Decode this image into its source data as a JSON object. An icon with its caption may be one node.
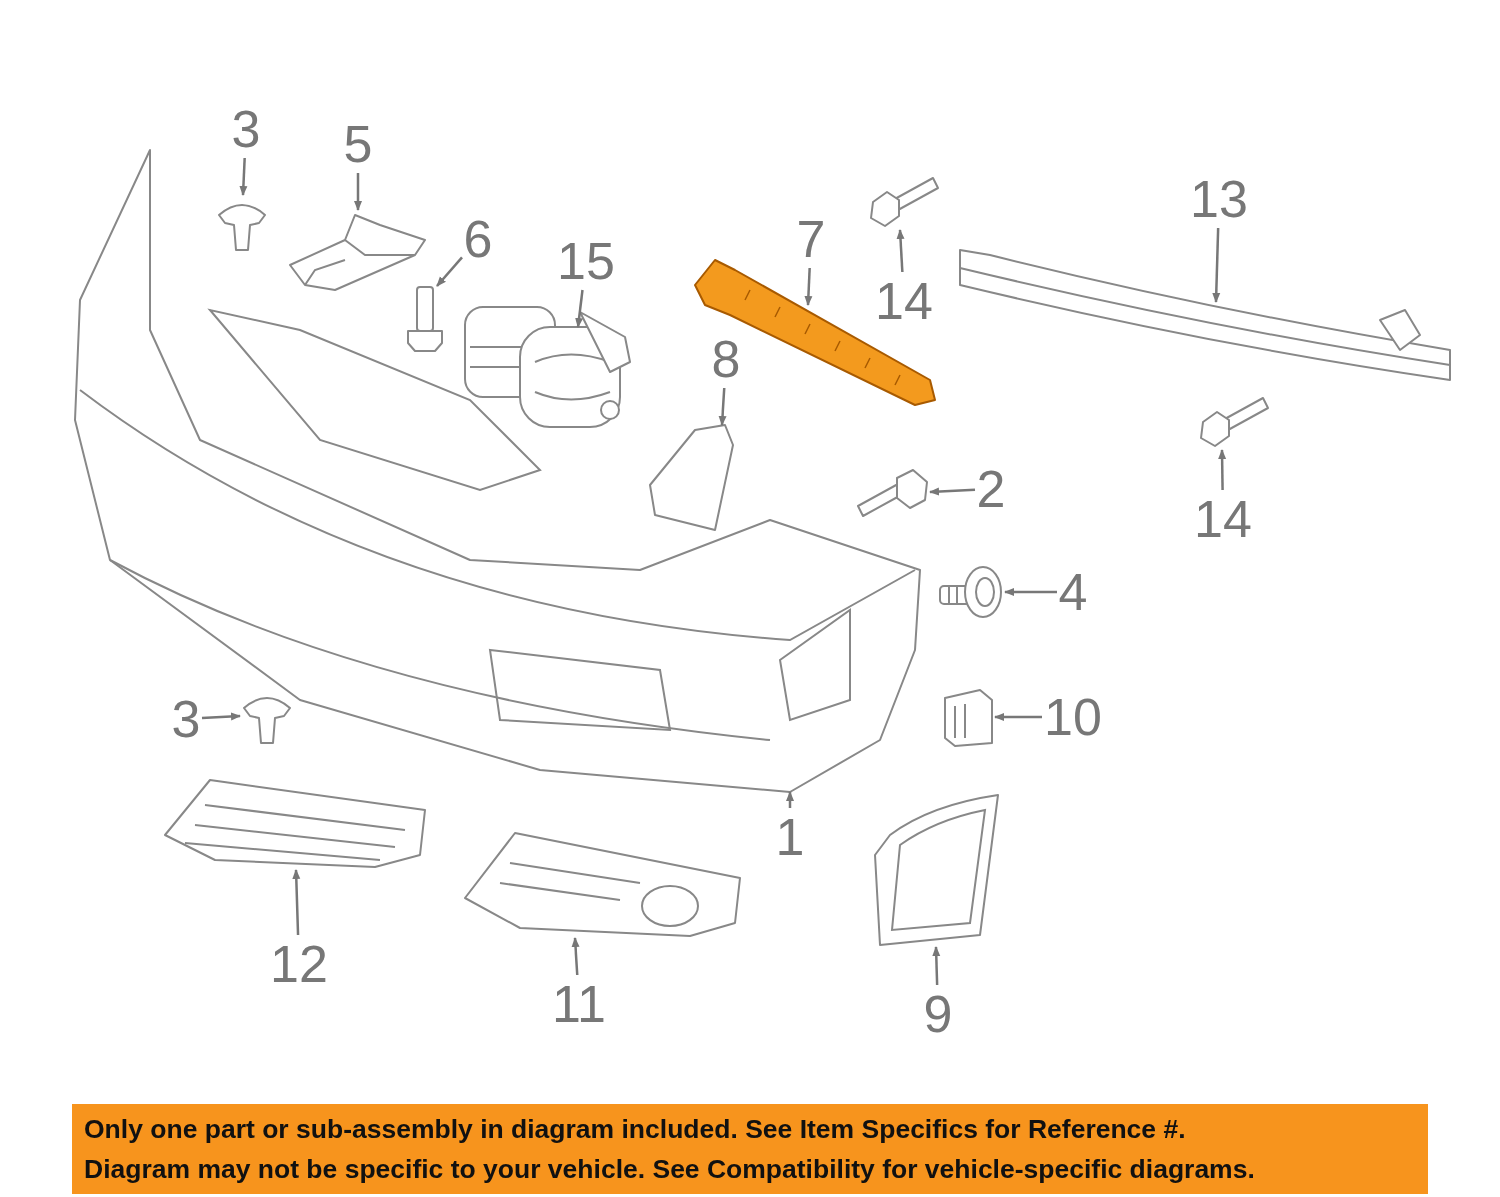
{
  "diagram": {
    "nodes": [
      {
        "text": [
          "3"
        ]
      },
      {
        "text": [],
        "shape": "picture"
      },
      {
        "text": [
          "5"
        ]
      },
      {
        "text": [],
        "shape": "picture"
      },
      {
        "text": [
          "13"
        ]
      },
      {
        "text": [],
        "shape": "picture"
      },
      {
        "text": [
          "6"
        ]
      },
      {
        "text": [],
        "shape": "picture"
      },
      {
        "text": [
          "7"
        ]
      },
      {
        "text": [],
        "shape": "picture"
      },
      {
        "text": [
          "15"
        ]
      },
      {
        "text": [],
        "shape": "picture"
      },
      {
        "text": [
          "14"
        ]
      },
      {
        "text": [],
        "shape": "picture"
      },
      {
        "text": [
          "8"
        ]
      },
      {
        "text": [],
        "shape": "picture"
      },
      {
        "text": [
          "2"
        ]
      },
      {
        "text": [],
        "shape": "picture"
      },
      {
        "text": [
          "14"
        ]
      },
      {
        "text": [],
        "shape": "picture"
      },
      {
        "text": [
          "4"
        ]
      },
      {
        "text": [],
        "shape": "picture"
      },
      {
        "text": [
          "3"
        ]
      },
      {
        "text": [],
        "shape": "picture"
      },
      {
        "text": [
          "10"
        ]
      },
      {
        "text": [],
        "shape": "picture"
      },
      {
        "text": [
          "1"
        ]
      },
      {
        "text": [],
        "shape": "picture"
      },
      {
        "text": [
          "12"
        ]
      },
      {
        "text": [],
        "shape": "picture"
      },
      {
        "text": [
          "11"
        ]
      },
      {
        "text": [],
        "shape": "picture"
      },
      {
        "text": [
          "9"
        ]
      },
      {
        "text": [],
        "shape": "picture"
      }
    ],
    "edges": [
      {
        "from": 0,
        "to": 1,
        "arrow": "to"
      },
      {
        "from": 2,
        "to": 3,
        "arrow": "to"
      },
      {
        "from": 4,
        "to": 5,
        "arrow": "to"
      },
      {
        "from": 6,
        "to": 7,
        "arrow": "to"
      },
      {
        "from": 8,
        "to": 9,
        "arrow": "to"
      },
      {
        "from": 10,
        "to": 11,
        "arrow": "to"
      },
      {
        "from": 12,
        "to": 13,
        "arrow": "to"
      },
      {
        "from": 14,
        "to": 15,
        "arrow": "to"
      },
      {
        "from": 16,
        "to": 17,
        "arrow": "to"
      },
      {
        "from": 18,
        "to": 19,
        "arrow": "to"
      },
      {
        "from": 20,
        "to": 21,
        "arrow": "to"
      },
      {
        "from": 22,
        "to": 23,
        "arrow": "to"
      },
      {
        "from": 24,
        "to": 25,
        "arrow": "to"
      },
      {
        "from": 26,
        "to": 27,
        "arrow": "to"
      },
      {
        "from": 28,
        "to": 29,
        "arrow": "to"
      },
      {
        "from": 30,
        "to": 31,
        "arrow": "to"
      },
      {
        "from": 32,
        "to": 33,
        "arrow": "to"
      }
    ],
    "labels": [
      "Only one part or sub-assembly in diagram included. See Item Specifics for Reference #.",
      "Diagram may not be specific to your vehicle. See Compatibility for vehicle-specific diagrams."
    ]
  }
}
